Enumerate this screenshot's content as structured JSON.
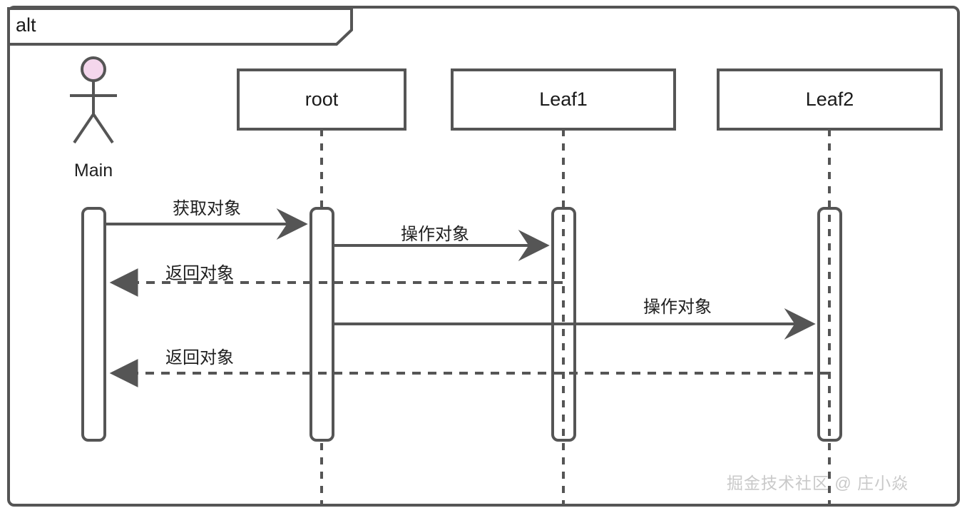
{
  "diagram": {
    "type": "uml-sequence-diagram",
    "frame": {
      "operator_label": "alt"
    },
    "actor": {
      "name": "Main",
      "head_color": "#f4d6ec",
      "stroke_color": "#555555"
    },
    "participants": [
      {
        "id": "root",
        "label": "root"
      },
      {
        "id": "leaf1",
        "label": "Leaf1"
      },
      {
        "id": "leaf2",
        "label": "Leaf2"
      }
    ],
    "messages": [
      {
        "index": 1,
        "label": "获取对象",
        "from": "Main",
        "to": "root",
        "style": "solid",
        "direction": "right"
      },
      {
        "index": 2,
        "label": "操作对象",
        "from": "root",
        "to": "Leaf1",
        "style": "solid",
        "direction": "right"
      },
      {
        "index": 3,
        "label": "返回对象",
        "from": "Leaf1",
        "to": "Main",
        "style": "dashed",
        "direction": "left"
      },
      {
        "index": 4,
        "label": "操作对象",
        "from": "root",
        "to": "Leaf2",
        "style": "solid",
        "direction": "right"
      },
      {
        "index": 5,
        "label": "返回对象",
        "from": "Leaf2",
        "to": "Main",
        "style": "dashed",
        "direction": "left"
      }
    ],
    "colors": {
      "stroke": "#555555",
      "text": "#1f1f1f",
      "background": "#ffffff",
      "watermark": "#c9c9c9"
    },
    "watermark": "掘金技术社区 @ 庄小焱"
  }
}
